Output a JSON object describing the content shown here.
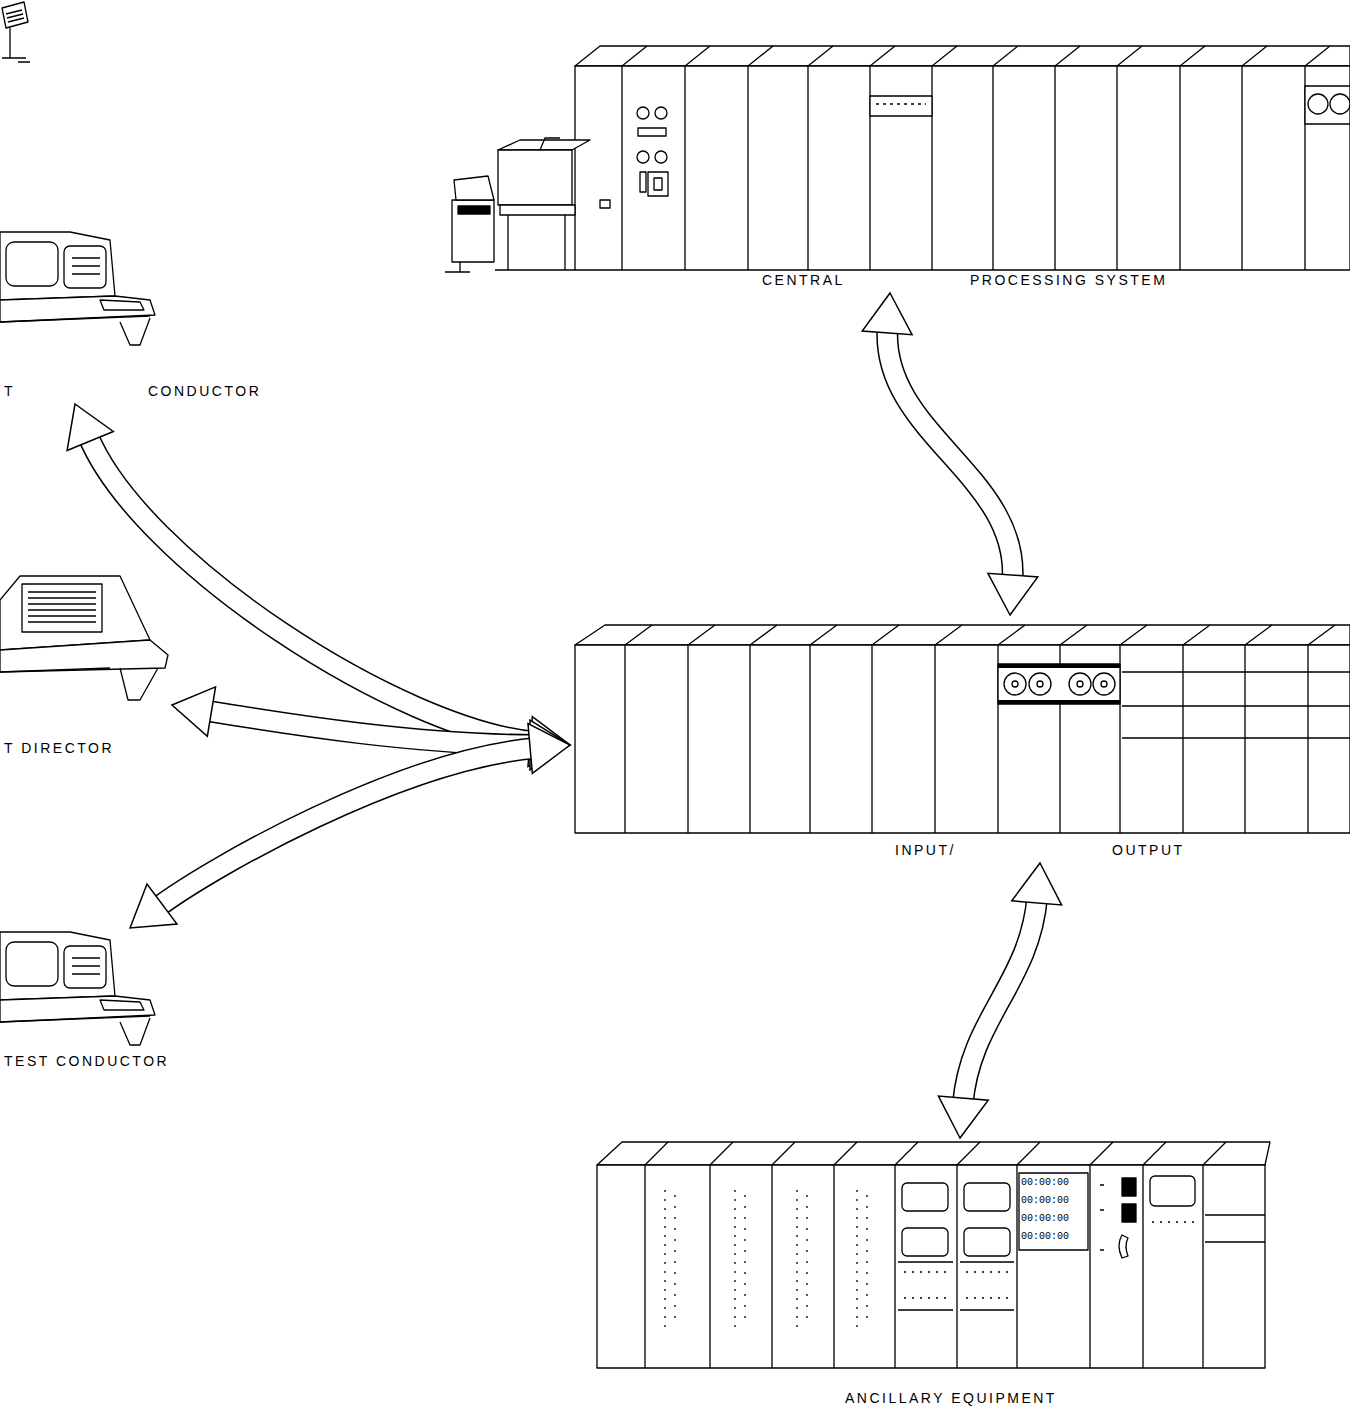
{
  "diagram": {
    "nodes": [
      {
        "text": [
          "T",
          "CONDUCTOR"
        ]
      },
      {
        "text": [
          "T DIRECTOR"
        ]
      },
      {
        "text": [
          "TEST CONDUCTOR"
        ]
      },
      {
        "text": [
          "CENTRAL",
          "PROCESSING SYSTEM"
        ]
      },
      {
        "text": [
          "INPUT/",
          "OUTPUT"
        ]
      },
      {
        "text": [
          "ANCILLARY EQUIPMENT"
        ]
      }
    ],
    "edges": [
      {
        "from": 3,
        "to": 4,
        "arrow": "both"
      },
      {
        "from": 4,
        "to": 5,
        "arrow": "both"
      },
      {
        "from": 0,
        "to": 4,
        "arrow": "both"
      },
      {
        "from": 1,
        "to": 4,
        "arrow": "both"
      },
      {
        "from": 2,
        "to": 4,
        "arrow": "both"
      }
    ],
    "labels": [
      "00:00:00",
      "00:00:00",
      "00:00:00",
      "00:00:00"
    ]
  }
}
